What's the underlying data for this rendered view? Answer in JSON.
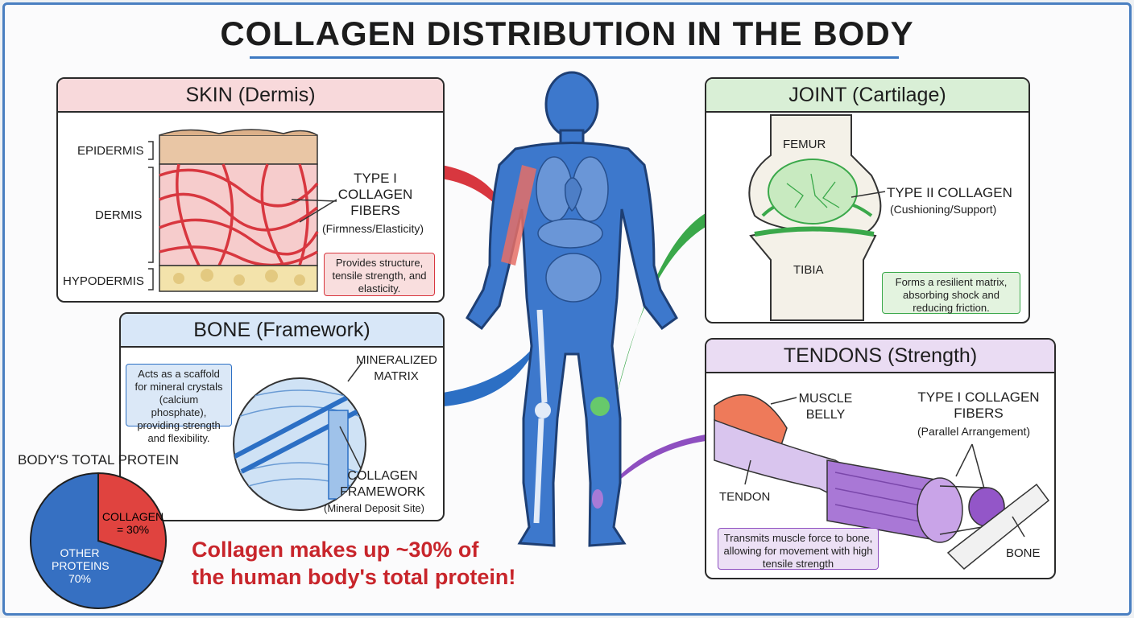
{
  "title": "COLLAGEN DISTRIBUTION IN THE BODY",
  "colors": {
    "skin": "#d8373f",
    "joint": "#3aa84a",
    "bone": "#2c6fc4",
    "tendon": "#8e4fc0",
    "body": "#3d78cc",
    "accent_red": "#c8252b"
  },
  "skin": {
    "heading": "SKIN (Dermis)",
    "layers": [
      "EPIDERMIS",
      "DERMIS",
      "HYPODERMIS"
    ],
    "fiber_label": [
      "TYPE I",
      "COLLAGEN",
      "FIBERS"
    ],
    "fiber_sub": "(Firmness/Elasticity)",
    "note": "Provides structure, tensile strength, and elasticity."
  },
  "joint": {
    "heading": "JOINT (Cartilage)",
    "femur": "FEMUR",
    "tibia": "TIBIA",
    "collagen_label": "TYPE II COLLAGEN",
    "collagen_sub": "(Cushioning/Support)",
    "note": "Forms a resilient matrix, absorbing shock and reducing friction."
  },
  "bone": {
    "heading": "BONE (Framework)",
    "note": "Acts as a scaffold for mineral crystals (calcium phosphate), providing strength and flexibility.",
    "matrix_label": [
      "MINERALIZED",
      "MATRIX"
    ],
    "framework_label": [
      "COLLAGEN",
      "FRAMEWORK"
    ],
    "framework_sub": "(Mineral Deposit Site)"
  },
  "tendons": {
    "heading": "TENDONS (Strength)",
    "muscle_label": [
      "MUSCLE",
      "BELLY"
    ],
    "fiber_label": [
      "TYPE I COLLAGEN",
      "FIBERS"
    ],
    "fiber_sub": "(Parallel Arrangement)",
    "tendon": "TENDON",
    "bone": "BONE",
    "note": "Transmits muscle force to bone, allowing for movement with high tensile strength"
  },
  "pie": {
    "title": "BODY'S TOTAL PROTEIN",
    "slices": [
      {
        "label": "COLLAGEN",
        "value_text": "= 30%",
        "value": 30,
        "color": "#e0433f"
      },
      {
        "label": "OTHER PROTEINS",
        "value_text": "70%",
        "value": 70,
        "color": "#3670c2"
      }
    ]
  },
  "footer": [
    "Collagen makes up ~30% of",
    "the human body's total protein!"
  ]
}
